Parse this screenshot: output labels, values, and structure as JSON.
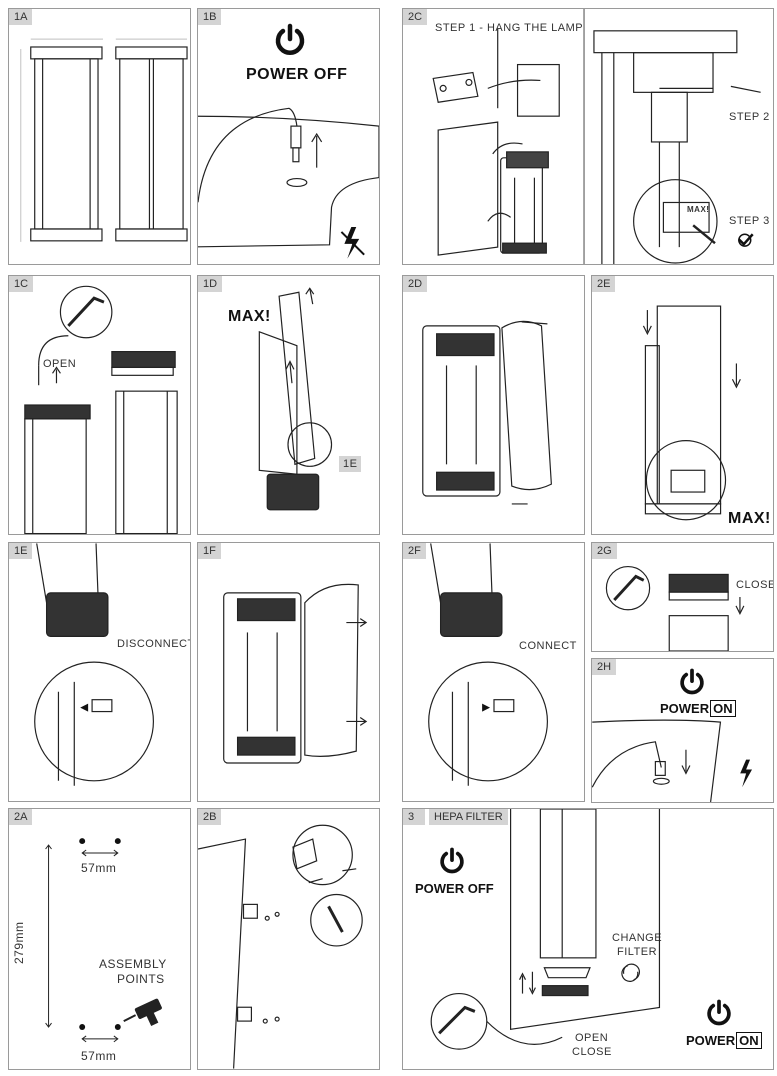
{
  "panels": {
    "p1A": {
      "tag": "1A"
    },
    "p1B": {
      "tag": "1B",
      "power_off": "POWER OFF"
    },
    "p2C": {
      "tag": "2C",
      "step1": "STEP 1 - HANG THE LAMP",
      "step2": "STEP 2",
      "step3": "STEP 3",
      "max": "MAX!"
    },
    "p1C": {
      "tag": "1C",
      "open": "OPEN"
    },
    "p1D": {
      "tag": "1D",
      "max": "MAX!",
      "ref": "1E"
    },
    "p2D": {
      "tag": "2D"
    },
    "p2E": {
      "tag": "2E",
      "max": "MAX!"
    },
    "p1E": {
      "tag": "1E",
      "disconnect": "DISCONNECT"
    },
    "p1F": {
      "tag": "1F"
    },
    "p2F": {
      "tag": "2F",
      "connect": "CONNECT"
    },
    "p2G": {
      "tag": "2G",
      "close": "CLOSE"
    },
    "p2H": {
      "tag": "2H",
      "power": "POWER",
      "on": "ON"
    },
    "p2A": {
      "tag": "2A",
      "spacing_top": "57mm",
      "spacing_bottom": "57mm",
      "height": "279mm",
      "assembly": "ASSEMBLY",
      "points": "POINTS"
    },
    "p2B": {
      "tag": "2B"
    },
    "p3": {
      "tag": "3",
      "title": "HEPA FILTER",
      "power_off": "POWER OFF",
      "change": "CHANGE",
      "filter": "FILTER",
      "open": "OPEN",
      "close": "CLOSE",
      "power": "POWER",
      "on": "ON"
    }
  }
}
